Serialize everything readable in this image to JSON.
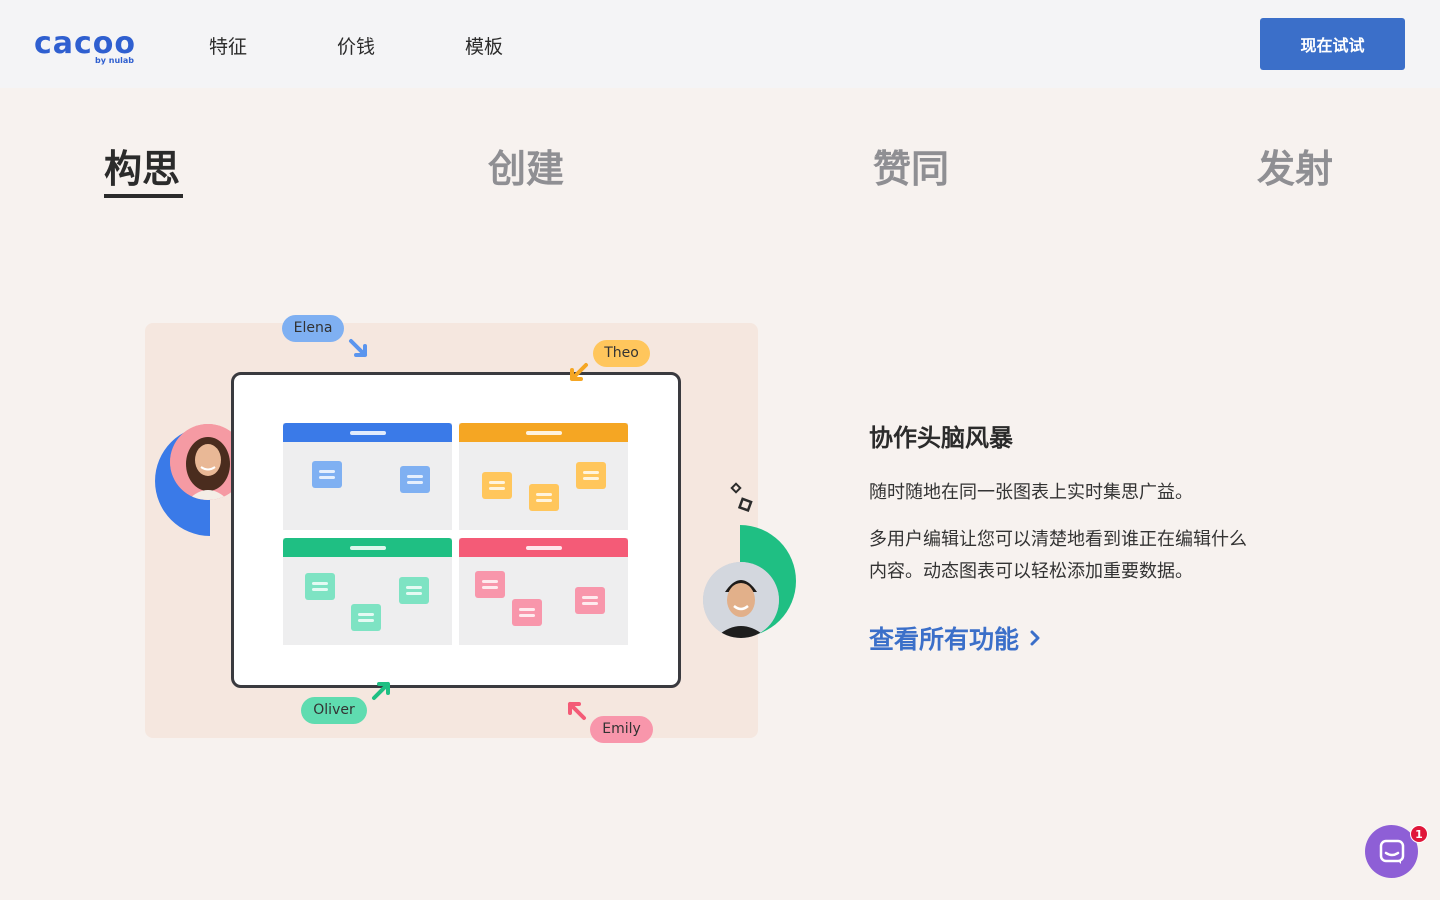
{
  "header": {
    "logo_text": "cacoo",
    "logo_sub": "by nulab",
    "nav": [
      "特征",
      "价钱",
      "模板"
    ],
    "cta_label": "现在试试",
    "brand_color": "#3b6fc9"
  },
  "tabs": {
    "items": [
      "构思",
      "创建",
      "赞同",
      "发射"
    ],
    "active": "构思"
  },
  "illustration": {
    "names": [
      "Elena",
      "Theo",
      "Oliver",
      "Emily"
    ],
    "panel_colors": [
      "#3a7ae8",
      "#f5a623",
      "#1fbf83",
      "#f45b77"
    ]
  },
  "feature": {
    "title": "协作头脑风暴",
    "desc1": "随时随地在同一张图表上实时集思广益。",
    "desc2_line1": "多用户编辑让您可以清楚地看到谁正在编辑什么",
    "desc2_line2": "内容。动态图表可以轻松添加重要数据。",
    "link": "查看所有功能"
  },
  "chat": {
    "badge_count": "1",
    "icon": "chat-bubble-icon"
  }
}
